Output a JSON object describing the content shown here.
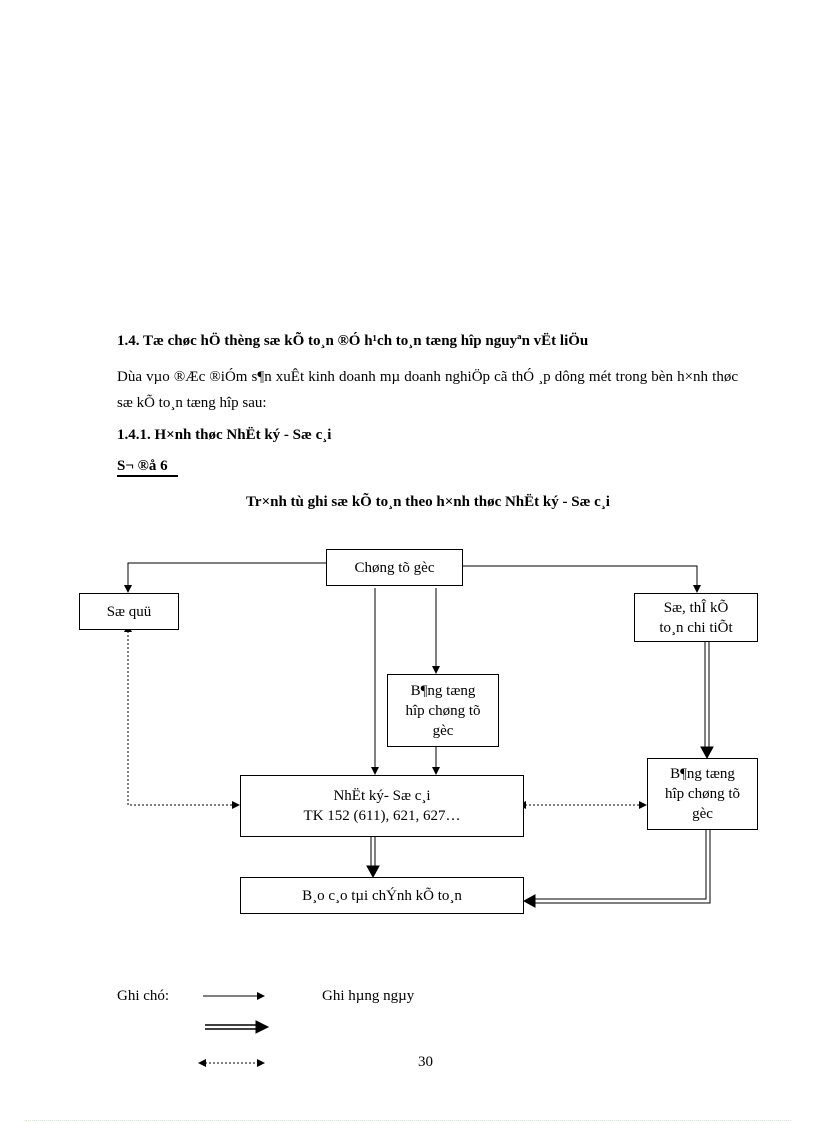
{
  "section": {
    "heading": "1.4. Tæ chøc hÖ thèng sæ kÕ to¸n ®Ó h¹ch to¸n tæng hîp nguyªn vËt liÖu",
    "paragraph": "Dùa vµo ®Æc ®iÓm s¶n xuÊt kinh doanh mµ doanh nghiÖp cã thÓ ¸p dông mét trong bèn h×nh thøc sæ kÕ to¸n tæng hîp sau:",
    "subheading": "1.4.1.  H×nh thøc NhËt ký - Sæ c¸i",
    "figure_label": "S¬ ®å 6",
    "figure_title": "Tr×nh tù ghi sæ kÕ to¸n theo h×nh thøc NhËt ký - Sæ c¸i"
  },
  "diagram": {
    "source_docs": "Chøng tõ gèc",
    "cash_book": "Sæ quü",
    "detail_ledger": [
      "Sæ, thÎ kÕ",
      "to¸n chi tiÕt"
    ],
    "summary_mid": [
      "B¶ng tæng",
      "hîp chøng tõ",
      "gèc"
    ],
    "journal_ledger": [
      "NhËt ký- Sæ c¸i",
      "TK  152 (611), 621, 627…"
    ],
    "summary_right": [
      "B¶ng tæng",
      "hîp chøng tõ",
      "gèc"
    ],
    "financial_reports": "B¸o c¸o tµi chÝnh kÕ to¸n"
  },
  "legend": {
    "label": "Ghi chó:",
    "daily": "Ghi hµng ngµy"
  },
  "page_number": "30"
}
